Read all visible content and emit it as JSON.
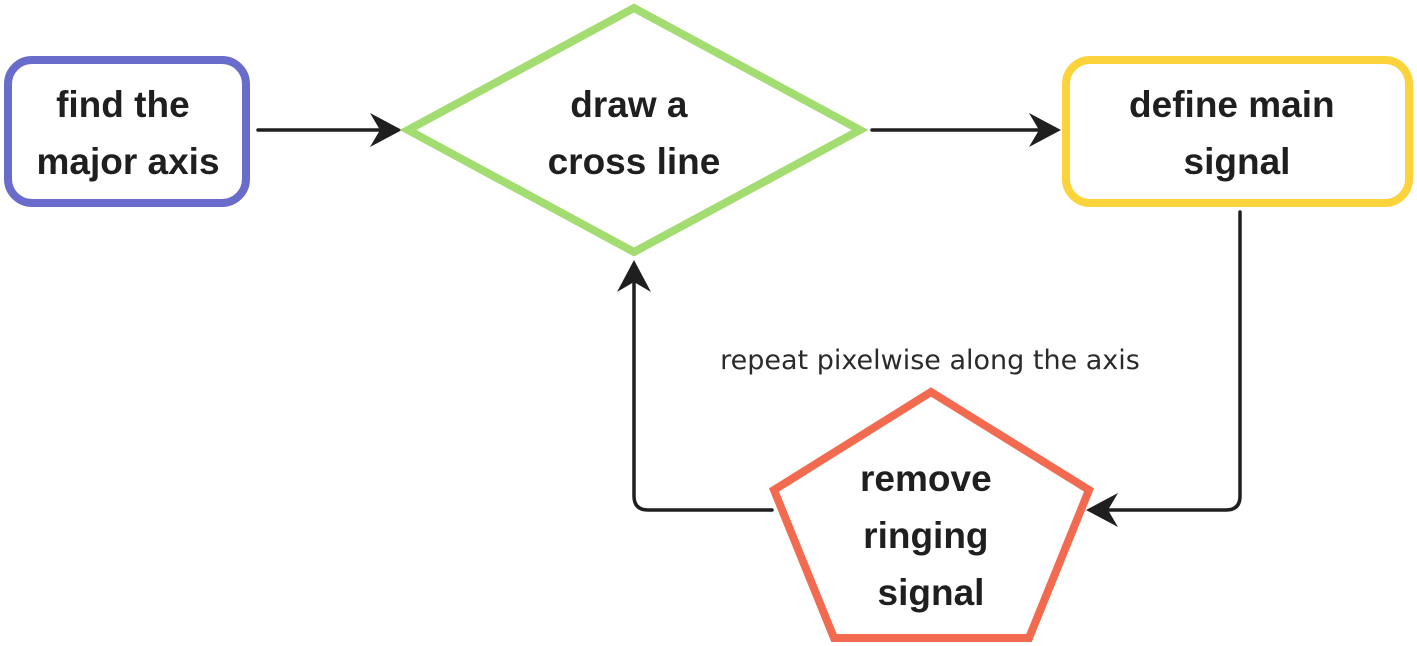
{
  "nodes": {
    "find": {
      "shape": "rounded-rectangle",
      "border_color": "#6a6ccc",
      "lines": [
        "find the",
        "major axis"
      ]
    },
    "draw": {
      "shape": "diamond",
      "border_color": "#a3dc70",
      "lines": [
        "draw a",
        "cross line"
      ]
    },
    "define": {
      "shape": "rounded-rectangle",
      "border_color": "#fcd33b",
      "lines": [
        "define main",
        "signal"
      ]
    },
    "remove": {
      "shape": "pentagon",
      "border_color": "#f26b50",
      "lines": [
        "remove",
        "ringing",
        "signal"
      ]
    }
  },
  "edges": [
    {
      "from": "find",
      "to": "draw",
      "label": ""
    },
    {
      "from": "draw",
      "to": "define",
      "label": ""
    },
    {
      "from": "define",
      "to": "remove",
      "label": ""
    },
    {
      "from": "remove",
      "to": "draw",
      "label": "repeat pixelwise along the axis"
    }
  ],
  "colors": {
    "edge": "#1f1f1f",
    "background": "#ffffff"
  }
}
